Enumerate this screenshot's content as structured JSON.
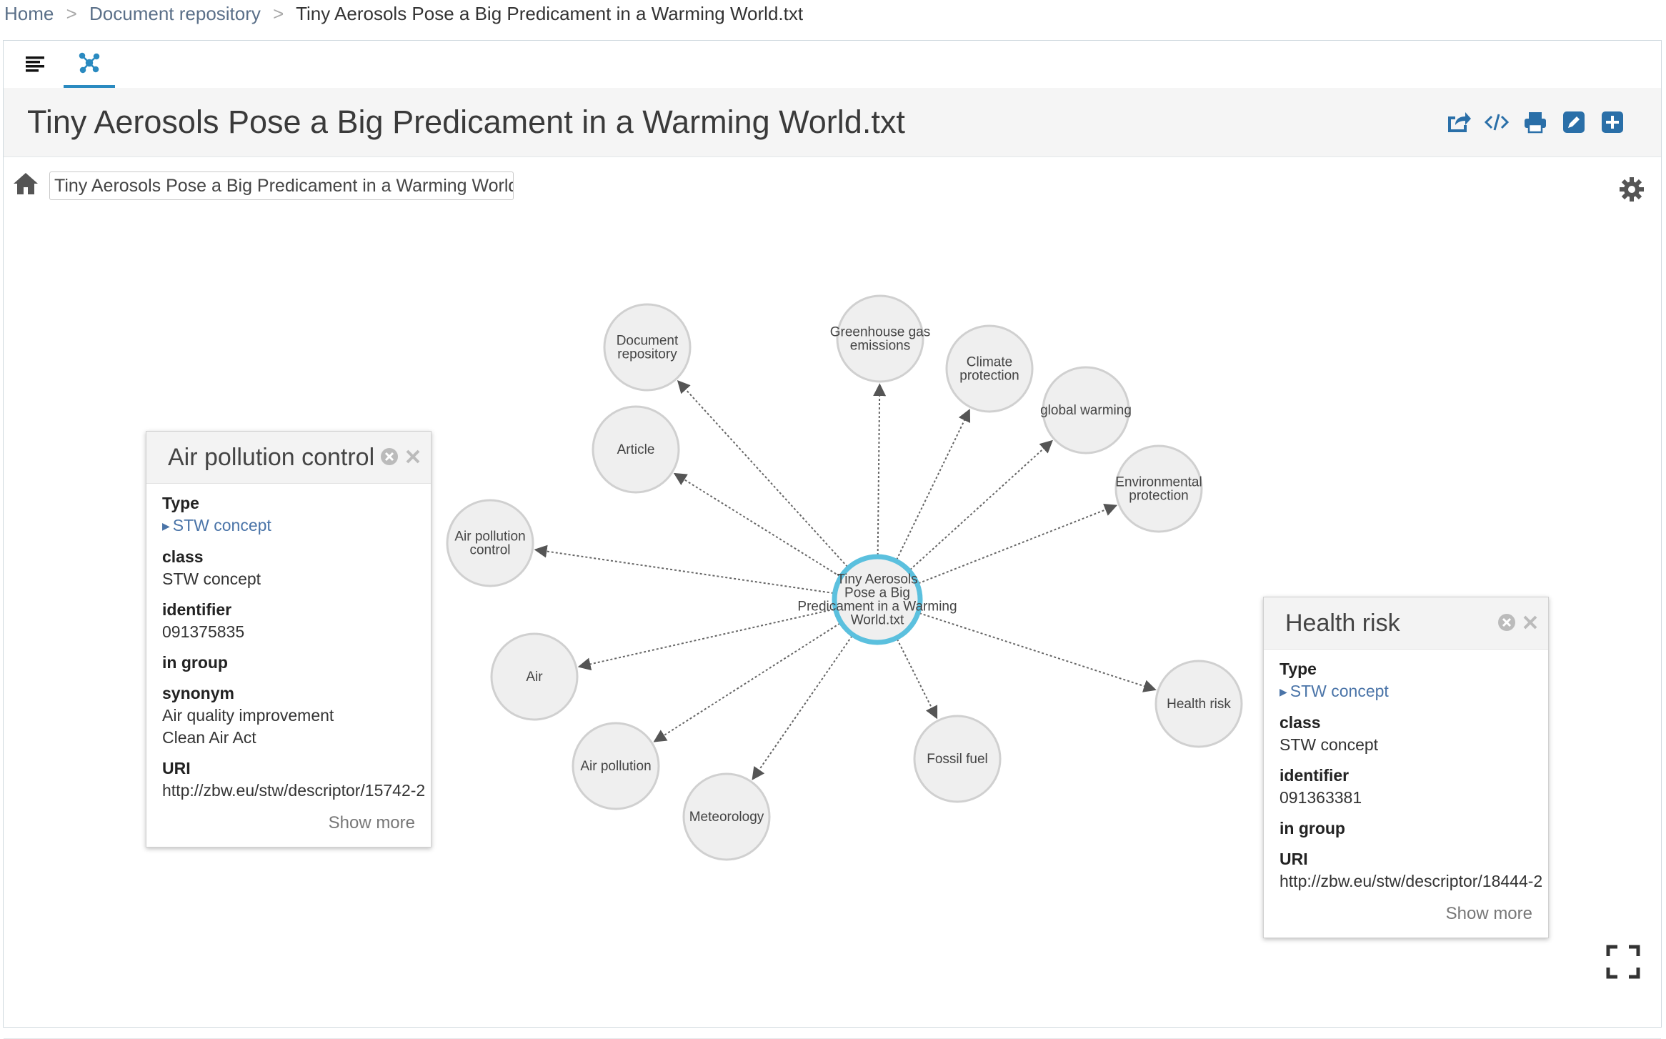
{
  "breadcrumb": {
    "home": "Home",
    "separator": ">",
    "repository": "Document repository",
    "current": "Tiny Aerosols Pose a Big Predicament in a Warming World.txt"
  },
  "tabs": [
    {
      "icon": "list-icon",
      "active": false
    },
    {
      "icon": "graph-icon",
      "active": true
    }
  ],
  "document": {
    "title": "Tiny Aerosols Pose a Big Predicament in a Warming World.txt",
    "path_value": "Tiny Aerosols Pose a Big Predicament in a Warming World.txt"
  },
  "toolbar_icons": [
    "share-icon",
    "code-icon",
    "print-icon",
    "edit-icon",
    "add-icon"
  ],
  "graph": {
    "center_label": [
      "Tiny Aerosols",
      "Pose a Big",
      "Predicament in a Warming",
      "World.txt"
    ],
    "nodes": [
      {
        "label": [
          "Document",
          "repository"
        ]
      },
      {
        "label": [
          "Greenhouse gas",
          "emissions"
        ]
      },
      {
        "label": [
          "Climate",
          "protection"
        ]
      },
      {
        "label": [
          "global warming"
        ]
      },
      {
        "label": [
          "Environmental",
          "protection"
        ]
      },
      {
        "label": [
          "Article"
        ]
      },
      {
        "label": [
          "Air pollution",
          "control"
        ]
      },
      {
        "label": [
          "Air"
        ]
      },
      {
        "label": [
          "Air pollution"
        ]
      },
      {
        "label": [
          "Meteorology"
        ]
      },
      {
        "label": [
          "Fossil fuel"
        ]
      },
      {
        "label": [
          "Health risk"
        ]
      }
    ],
    "accent_color": "#5bc0de"
  },
  "popup_left": {
    "title": "Air pollution control",
    "type_label": "Type",
    "type_value": "STW concept",
    "class_label": "class",
    "class_value": "STW concept",
    "identifier_label": "identifier",
    "identifier_value": "091375835",
    "group_label": "in group",
    "synonym_label": "synonym",
    "synonym_1": "Air quality improvement",
    "synonym_2": "Clean Air Act",
    "uri_label": "URI",
    "uri_value": "http://zbw.eu/stw/descriptor/15742-2",
    "show_more": "Show more"
  },
  "popup_right": {
    "title": "Health risk",
    "type_label": "Type",
    "type_value": "STW concept",
    "class_label": "class",
    "class_value": "STW concept",
    "identifier_label": "identifier",
    "identifier_value": "091363381",
    "group_label": "in group",
    "uri_label": "URI",
    "uri_value": "http://zbw.eu/stw/descriptor/18444-2",
    "show_more": "Show more"
  }
}
